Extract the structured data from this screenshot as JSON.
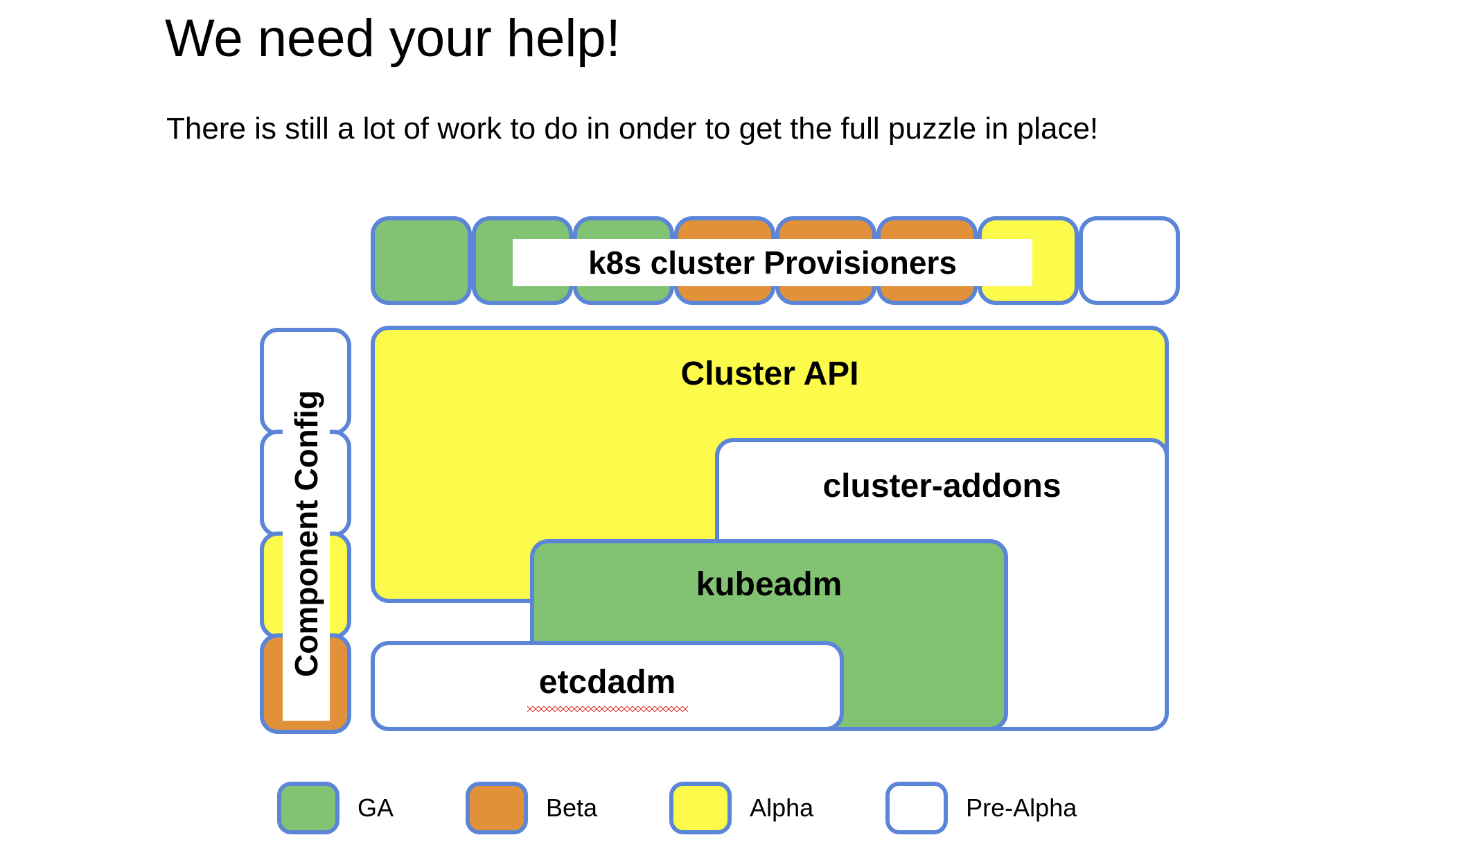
{
  "slide": {
    "title": "We need your help!",
    "subtitle": "There is still a lot of work to do in onder to get the full puzzle in place!"
  },
  "colors": {
    "border": "#5b85d6",
    "ga": "#82c273",
    "beta": "#e2913b",
    "alpha": "#fcfa4b",
    "pre_alpha": "#ffffff",
    "spellcheck_underline": "#e03030"
  },
  "provisioners": {
    "label": "k8s cluster Provisioners",
    "cells": [
      {
        "status": "GA",
        "class": "ga"
      },
      {
        "status": "GA",
        "class": "ga"
      },
      {
        "status": "GA",
        "class": "ga"
      },
      {
        "status": "Beta",
        "class": "beta"
      },
      {
        "status": "Beta",
        "class": "beta"
      },
      {
        "status": "Beta",
        "class": "beta"
      },
      {
        "status": "Alpha",
        "class": "alpha"
      },
      {
        "status": "Pre-Alpha",
        "class": "prealpha"
      }
    ]
  },
  "component_config": {
    "label": "Component Config",
    "cells": [
      {
        "status": "Pre-Alpha",
        "class": "prealpha"
      },
      {
        "status": "Pre-Alpha",
        "class": "prealpha"
      },
      {
        "status": "Alpha",
        "class": "alpha"
      },
      {
        "status": "Beta",
        "class": "beta"
      }
    ]
  },
  "stack": {
    "cluster_api": {
      "label": "Cluster API",
      "status": "Alpha",
      "class": "alpha"
    },
    "cluster_addons": {
      "label": "cluster-addons",
      "status": "Pre-Alpha",
      "class": "prealpha"
    },
    "kubeadm": {
      "label": "kubeadm",
      "status": "GA",
      "class": "ga"
    },
    "etcdadm": {
      "label": "etcdadm",
      "status": "Pre-Alpha",
      "class": "prealpha",
      "misspelled": true
    }
  },
  "legend": {
    "items": [
      {
        "label": "GA",
        "class": "ga"
      },
      {
        "label": "Beta",
        "class": "beta"
      },
      {
        "label": "Alpha",
        "class": "alpha"
      },
      {
        "label": "Pre-Alpha",
        "class": "prealpha"
      }
    ]
  }
}
